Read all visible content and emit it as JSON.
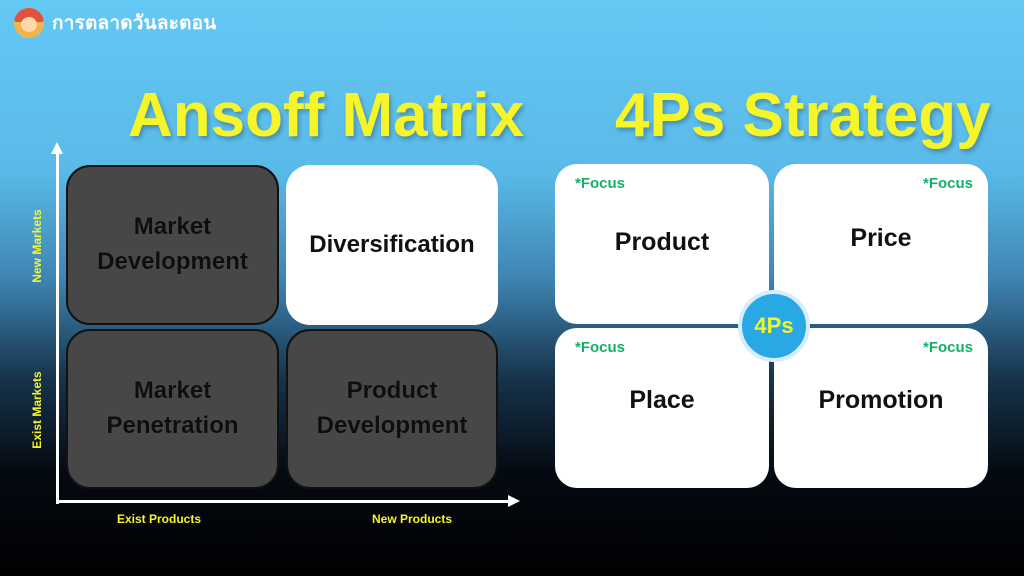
{
  "brand": {
    "name": "การตลาดวันละตอน"
  },
  "ansoff": {
    "title": "Ansoff Matrix",
    "y_axis": {
      "top": "New Markets",
      "bottom": "Exist Markets"
    },
    "x_axis": {
      "left": "Exist Products",
      "right": "New Products"
    },
    "cells": {
      "market_development": [
        "Market",
        "Development"
      ],
      "diversification": [
        "Diversification"
      ],
      "market_penetration": [
        "Market",
        "Penetration"
      ],
      "product_development": [
        "Product",
        "Development"
      ]
    }
  },
  "fourps": {
    "title": "4Ps Strategy",
    "center": "4Ps",
    "quadrants": [
      {
        "label": "Product",
        "tag": "*Focus"
      },
      {
        "label": "Price",
        "tag": "*Focus"
      },
      {
        "label": "Place",
        "tag": "*Focus"
      },
      {
        "label": "Promotion",
        "tag": "*Focus"
      }
    ]
  },
  "colors": {
    "title_yellow": "#f5f52a",
    "focus_green": "#14b06a",
    "dark_cell": "#474747",
    "badge_blue": "#2aa8e6"
  }
}
